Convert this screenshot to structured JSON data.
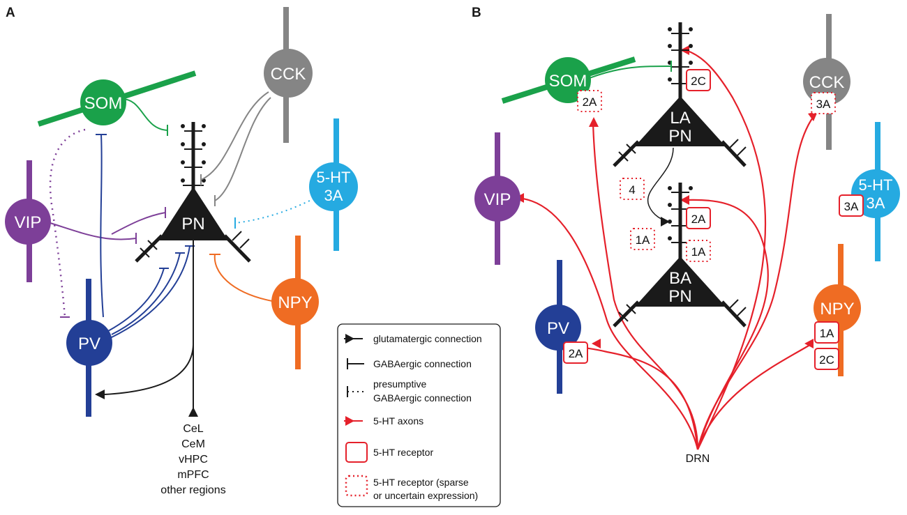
{
  "panels": {
    "a": "A",
    "b": "B"
  },
  "colors": {
    "som": "#1aa14a",
    "cck": "#858585",
    "vip": "#7d3f98",
    "ht3a": "#25aae1",
    "npy": "#ef6c23",
    "pv": "#233f96",
    "pn": "#1a1a1a",
    "serotonin": "#e5202a"
  },
  "panel_a": {
    "cells": {
      "som": "SOM",
      "cck": "CCK",
      "vip": "VIP",
      "ht3a_1": "5-HT",
      "ht3a_2": "3A",
      "npy": "NPY",
      "pv": "PV",
      "pn": "PN"
    },
    "targets": [
      "CeL",
      "CeM",
      "vHPC",
      "mPFC",
      "other regions"
    ]
  },
  "panel_b": {
    "cells": {
      "som": "SOM",
      "cck": "CCK",
      "vip": "VIP",
      "ht3a_1": "5-HT",
      "ht3a_2": "3A",
      "npy": "NPY",
      "pv": "PV",
      "la_1": "LA",
      "la_2": "PN",
      "ba_1": "BA",
      "ba_2": "PN"
    },
    "receptors": {
      "la_2c": "2C",
      "som_2a": "2A",
      "cck_3a": "3A",
      "ht3a_3a": "3A",
      "box_4": "4",
      "ba_2a": "2A",
      "box_1a_left": "1A",
      "ba_1a": "1A",
      "npy_1a": "1A",
      "npy_2c": "2C",
      "pv_2a": "2A"
    },
    "source": "DRN"
  },
  "legend": {
    "glutamatergic": "glutamatergic connection",
    "gabaergic": "GABAergic connection",
    "presumptive_1": "presumptive",
    "presumptive_2": "GABAergic connection",
    "ht_axons": "5-HT axons",
    "ht_receptor": "5-HT receptor",
    "sparse_1": "5-HT receptor (sparse",
    "sparse_2": "or uncertain expression)"
  }
}
